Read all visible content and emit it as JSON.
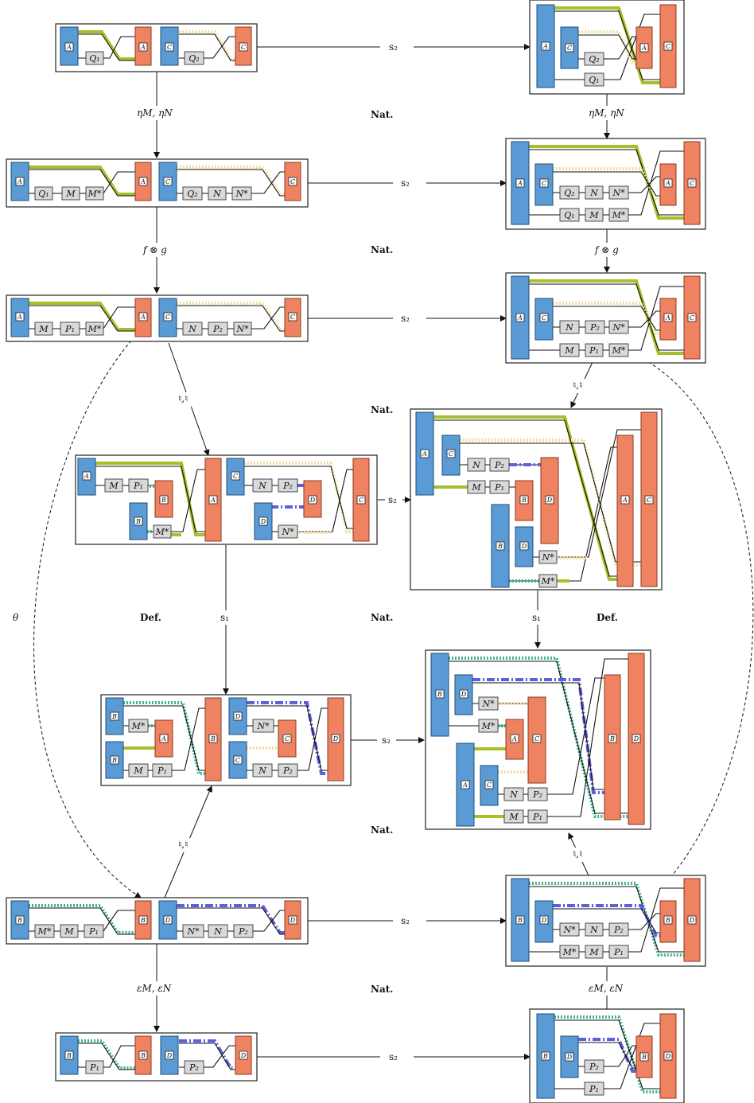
{
  "arrow_labels": {
    "s2": "s₂",
    "s1": "s₁",
    "eta": "ηM, ηN",
    "fg": "f ⊗ g",
    "swap": "♮,♮",
    "theta": "θ",
    "eps": "εM, εN"
  },
  "cell_labels": {
    "nat": "Nat.",
    "def": "Def."
  },
  "objects": {
    "A": "A",
    "B": "B",
    "C": "C",
    "D": "D"
  },
  "processes": {
    "Q1": "Q₁",
    "Q2": "Q₂",
    "M": "M",
    "N": "N",
    "Mstar": "M*",
    "Nstar": "N*",
    "P1": "P₁",
    "P2": "P₂"
  },
  "colors": {
    "left_box": "#5b9bd5",
    "right_box": "#ef8361",
    "process_box": "#d9d9d9",
    "wire_A": "#a6bf2a",
    "wire_C": "#f3dfa0",
    "wire_B": "#3fb38f",
    "wire_D": "#5d5ee0"
  }
}
